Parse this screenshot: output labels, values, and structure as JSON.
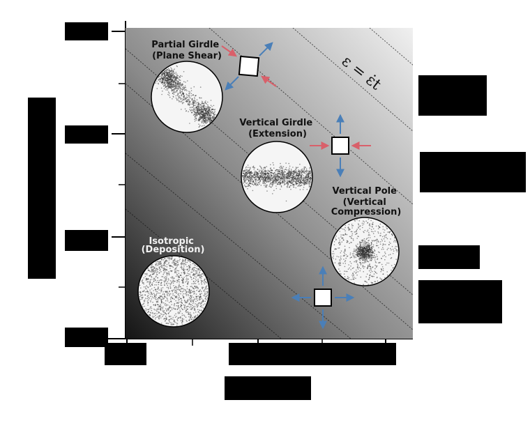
{
  "strain_equation": "ε = ε̇t",
  "fabrics": [
    {
      "id": "partial-girdle",
      "lines": [
        "Partial Girdle",
        "(Plane Shear)"
      ],
      "label_color": "#111111"
    },
    {
      "id": "vertical-girdle",
      "lines": [
        "Vertical Girdle",
        "(Extension)"
      ],
      "label_color": "#111111"
    },
    {
      "id": "vertical-pole",
      "lines": [
        "Vertical Pole",
        "(Vertical",
        "Compression)"
      ],
      "label_color": "#111111"
    },
    {
      "id": "isotropic",
      "lines": [
        "Isotropic",
        "(Deposition)"
      ],
      "label_color": "#f2f2f2"
    }
  ],
  "colors": {
    "compression_arrow": "#d9606a",
    "extension_arrow": "#4a7fb8",
    "panel_dark": "#1a1a1a",
    "panel_light": "#f0f0f0",
    "stereonet_bg": "#f5f5f5",
    "stereonet_dots": "#333333"
  },
  "icons": [
    "rotated-square-shear-icon",
    "extension-square-icon",
    "compression-square-icon"
  ]
}
